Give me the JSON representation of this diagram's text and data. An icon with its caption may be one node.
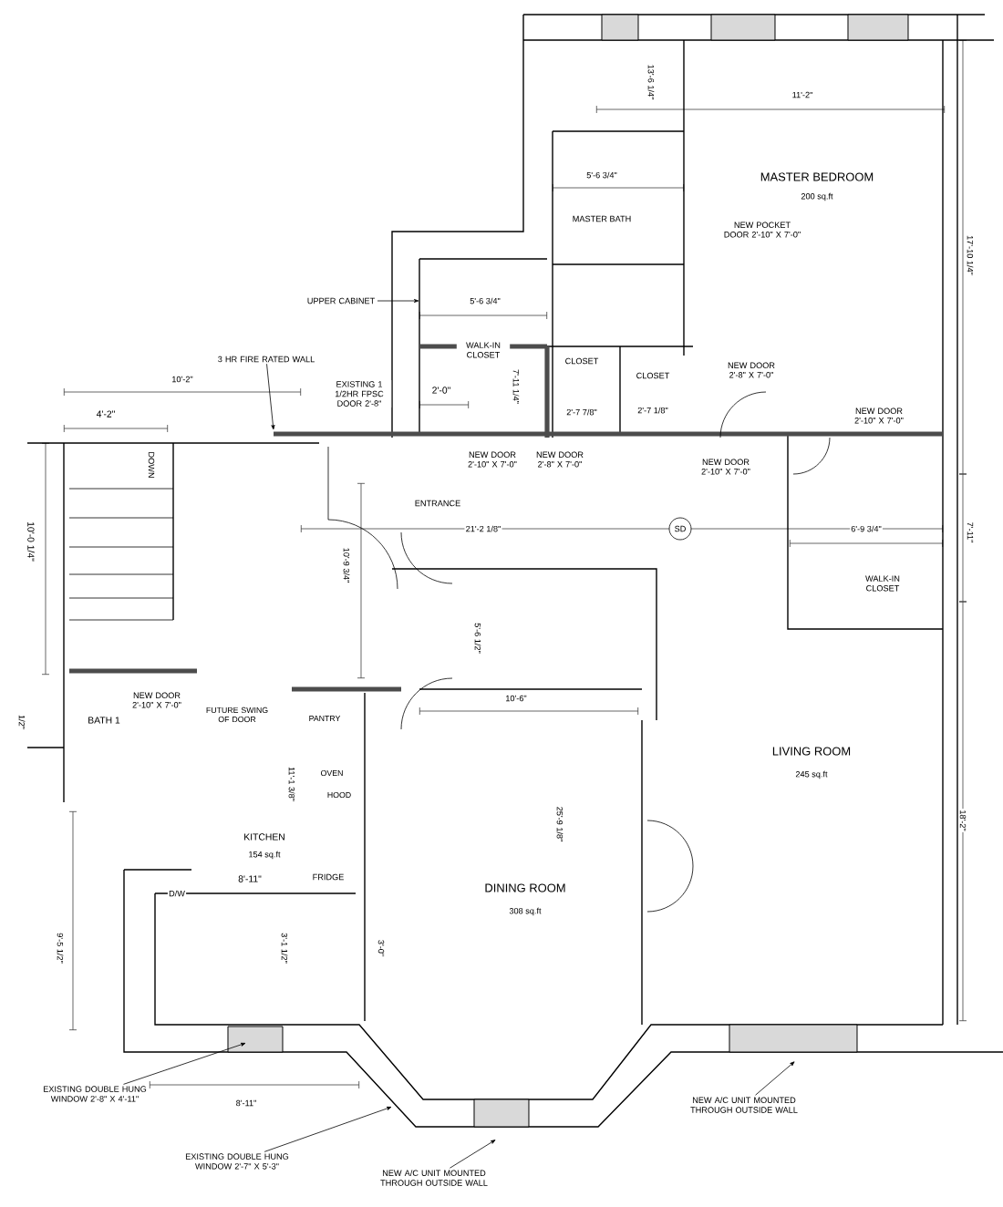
{
  "diagram": {
    "nodes": [
      {
        "text": [
          "UPPER CABINET"
        ]
      },
      {
        "text": [
          "3 HR FIRE RATED WALL"
        ]
      },
      {
        "text": [
          "EXISTING DOUBLE HUNG WINDOW 2'-8\" X 4'-11\""
        ]
      },
      {
        "text": [
          "EXISTING DOUBLE HUNG WINDOW 2'-7\" X 5'-3\""
        ]
      },
      {
        "text": [
          "NEW A/C UNIT MOUNTED THROUGH OUTSIDE WALL"
        ]
      },
      {
        "text": [
          "NEW A/C UNIT MOUNTED THROUGH OUTSIDE WALL"
        ]
      }
    ],
    "edges": [
      {
        "from": 0,
        "to": null,
        "arrow": "to"
      },
      {
        "from": 1,
        "to": null,
        "arrow": "to"
      },
      {
        "from": 2,
        "to": null,
        "arrow": "to"
      },
      {
        "from": 3,
        "to": null,
        "arrow": "to"
      },
      {
        "from": 4,
        "to": null,
        "arrow": "to"
      },
      {
        "from": 5,
        "to": null,
        "arrow": "to"
      }
    ],
    "labels": [
      "11'-2\"",
      "MASTER BEDROOM",
      "200 sq.ft",
      "13'-6 1/4\"",
      "5'-6 3/4\"",
      "MASTER BATH",
      "NEW POCKET DOOR 2'-10\" X 7'-0\"",
      "17'-10 1/4\"",
      "5'-6 3/4\"",
      "WALK-IN CLOSET",
      "7'-11 1/4\"",
      "2'-0\"",
      "CLOSET",
      "CLOSET",
      "2'-7 7/8\"",
      "2'-7 1/8\"",
      "NEW DOOR 2'-8\" X 7'-0\"",
      "NEW DOOR 2'-10\" X 7'-0\"",
      "NEW DOOR 2'-10\" X 7'-0\"",
      "NEW DOOR 2'-8\" X 7'-0\"",
      "NEW DOOR 2'-10\" X 7'-0\"",
      "10'-2\"",
      "4'-2\"",
      "EXISTING 1 1/2HR FPSC DOOR 2'-8\"",
      "DOWN",
      "10'-0 1/4\"",
      "ENTRANCE",
      "21'-2 1/8\"",
      "SD",
      "10'-9 3/4\"",
      "6'-9 3/4\"",
      "7'-11\"",
      "WALK-IN CLOSET",
      "5'-6 1/2\"",
      "NEW DOOR 2'-10\" X 7'-0\"",
      "FUTURE SWING OF DOOR",
      "BATH 1",
      "1/2\"",
      "PANTRY",
      "10'-6\"",
      "LIVING ROOM",
      "245 sq.ft",
      "11'-1 3/8\"",
      "OVEN",
      "HOOD",
      "KITCHEN",
      "154 sq.ft",
      "8'-11\"",
      "FRIDGE",
      "D/W",
      "9'-5 1/2\"",
      "3'-1 1/2\"",
      "3'-0\"",
      "25'-9 1/8\"",
      "DINING ROOM",
      "308 sq.ft",
      "18'-2\"",
      "8'-11\""
    ]
  }
}
